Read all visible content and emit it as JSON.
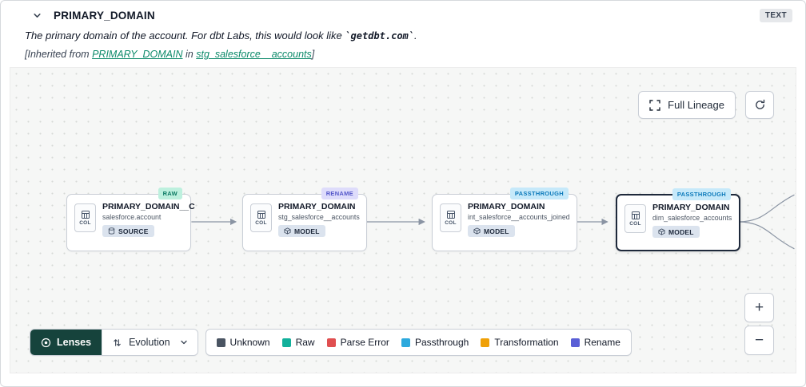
{
  "header": {
    "title": "PRIMARY_DOMAIN",
    "type_badge": "TEXT",
    "description": {
      "prefix": "The primary domain of the account. For dbt Labs, this would look like ",
      "code": "`getdbt.com`",
      "suffix": "."
    },
    "inherited": {
      "prefix": "[Inherited from ",
      "link1": "PRIMARY_DOMAIN",
      "middle": " in ",
      "link2": "stg_salesforce__accounts",
      "suffix": "]"
    }
  },
  "canvas": {
    "full_lineage_button": "Full Lineage",
    "zoom_in": "+",
    "zoom_out": "−",
    "nodes": [
      {
        "status_badge": "RAW",
        "title": "PRIMARY_DOMAIN__C",
        "subtitle": "salesforce.account",
        "col_label": "COL",
        "type_badge": "SOURCE"
      },
      {
        "status_badge": "RENAME",
        "title": "PRIMARY_DOMAIN",
        "subtitle": "stg_salesforce__accounts",
        "col_label": "COL",
        "type_badge": "MODEL"
      },
      {
        "status_badge": "PASSTHROUGH",
        "title": "PRIMARY_DOMAIN",
        "subtitle": "int_salesforce__accounts_joined",
        "col_label": "COL",
        "type_badge": "MODEL"
      },
      {
        "status_badge": "PASSTHROUGH",
        "title": "PRIMARY_DOMAIN",
        "subtitle": "dim_salesforce_accounts",
        "col_label": "COL",
        "type_badge": "MODEL"
      }
    ]
  },
  "toolbar": {
    "lenses_label": "Lenses",
    "lens_value": "Evolution"
  },
  "legend": {
    "items": [
      {
        "label": "Unknown",
        "color": "#4a5462"
      },
      {
        "label": "Raw",
        "color": "#12b09b"
      },
      {
        "label": "Parse Error",
        "color": "#e04f50"
      },
      {
        "label": "Passthrough",
        "color": "#2da9dd"
      },
      {
        "label": "Transformation",
        "color": "#efa007"
      },
      {
        "label": "Rename",
        "color": "#5a5fd6"
      }
    ]
  },
  "colors": {
    "link_teal": "#0d8a6a",
    "lenses_bg": "#16433c",
    "raw_badge_bg": "#bdf0de",
    "rename_badge_bg": "#dedcfb",
    "passthrough_badge_bg": "#c6e9fa",
    "canvas_bg": "#f6f7f6",
    "edge_gray": "#8a94a3"
  }
}
